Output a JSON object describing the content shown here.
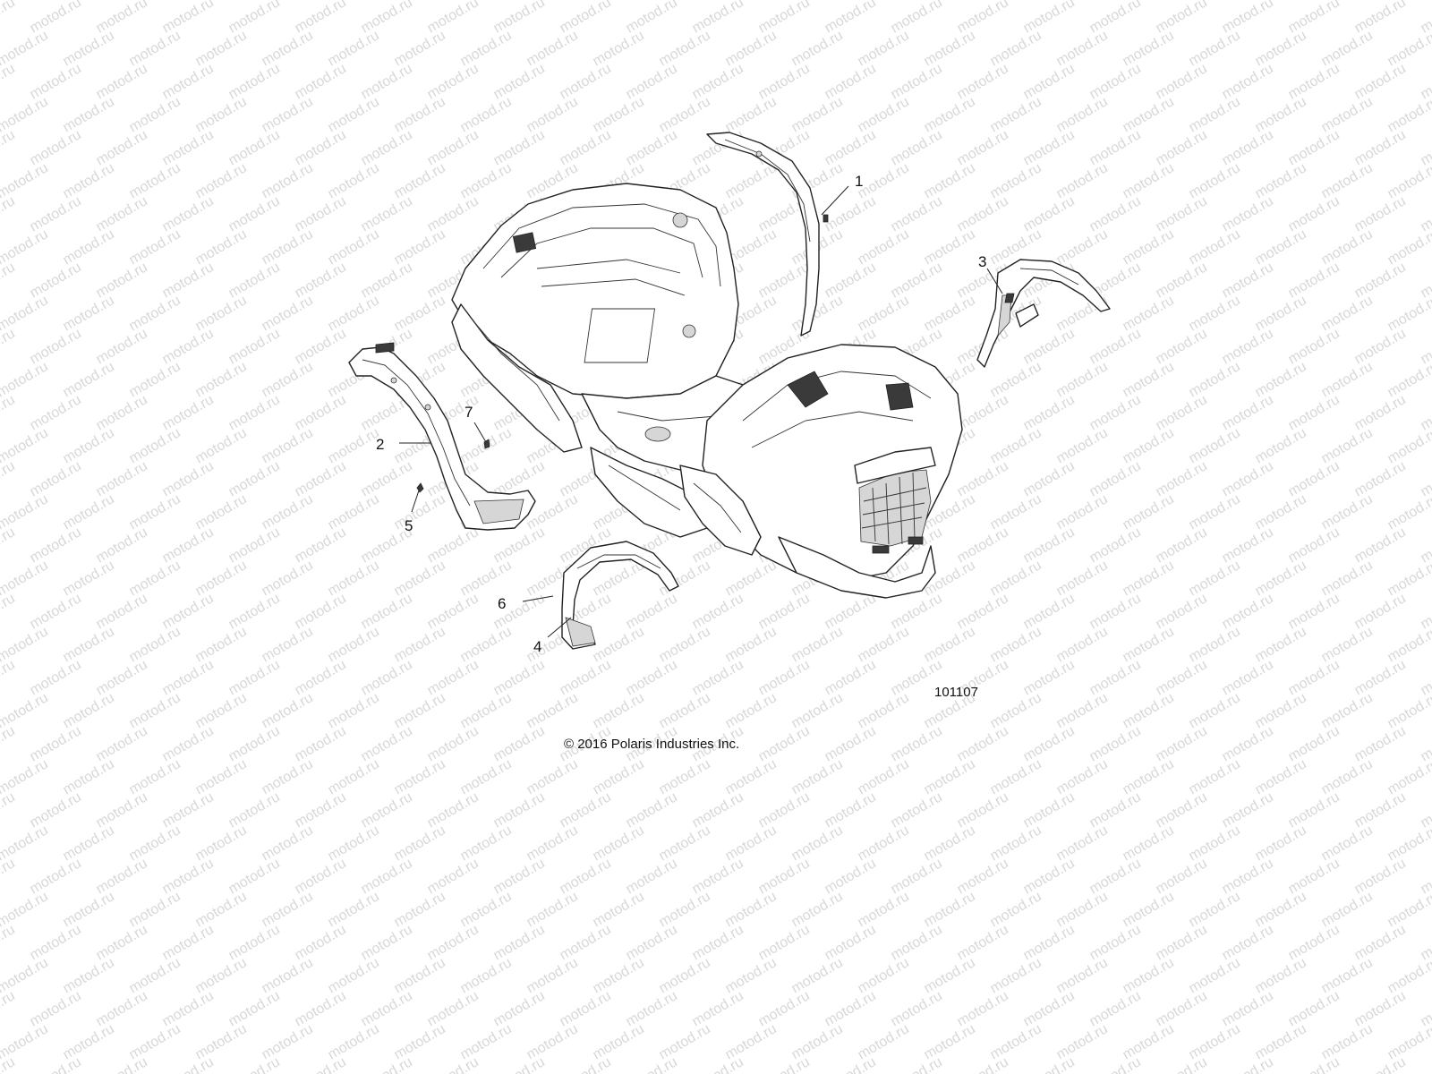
{
  "watermark": {
    "text": "motod.ru",
    "color": "#d8d8d8"
  },
  "figure_number": "101107",
  "copyright": "© 2016 Polaris Industries Inc.",
  "callouts": [
    {
      "id": "1",
      "label": "1"
    },
    {
      "id": "2",
      "label": "2"
    },
    {
      "id": "3",
      "label": "3"
    },
    {
      "id": "4",
      "label": "4"
    },
    {
      "id": "5",
      "label": "5"
    },
    {
      "id": "6",
      "label": "6"
    },
    {
      "id": "7",
      "label": "7"
    }
  ],
  "colors": {
    "line": "#222222",
    "background": "#ffffff",
    "watermark": "#d8d8d8"
  }
}
